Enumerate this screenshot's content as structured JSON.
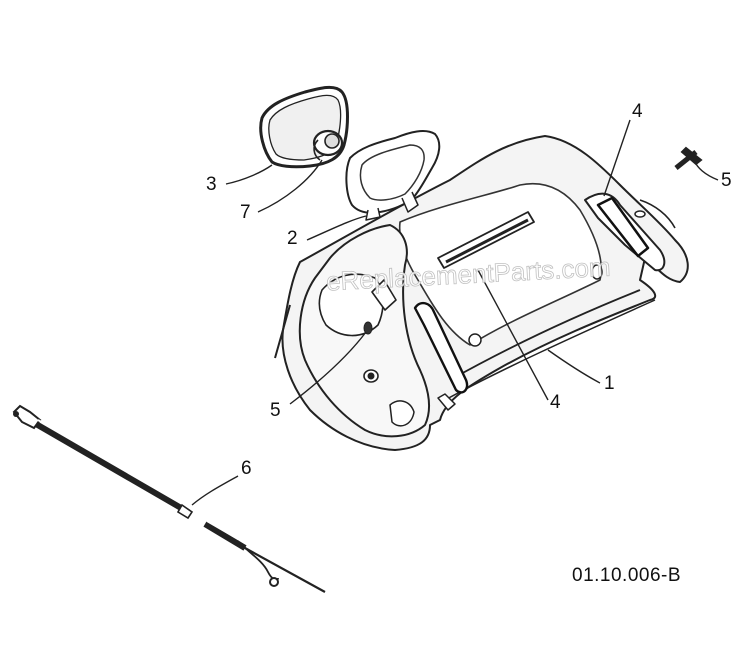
{
  "watermark": "eReplacementParts.com",
  "drawing_code": "01.10.006-B",
  "callouts": [
    {
      "id": "c1",
      "label": "1"
    },
    {
      "id": "c2",
      "label": "2"
    },
    {
      "id": "c3",
      "label": "3"
    },
    {
      "id": "c4a",
      "label": "4"
    },
    {
      "id": "c4b",
      "label": "4"
    },
    {
      "id": "c5a",
      "label": "5"
    },
    {
      "id": "c5b",
      "label": "5"
    },
    {
      "id": "c6",
      "label": "6"
    },
    {
      "id": "c7",
      "label": "7"
    }
  ]
}
